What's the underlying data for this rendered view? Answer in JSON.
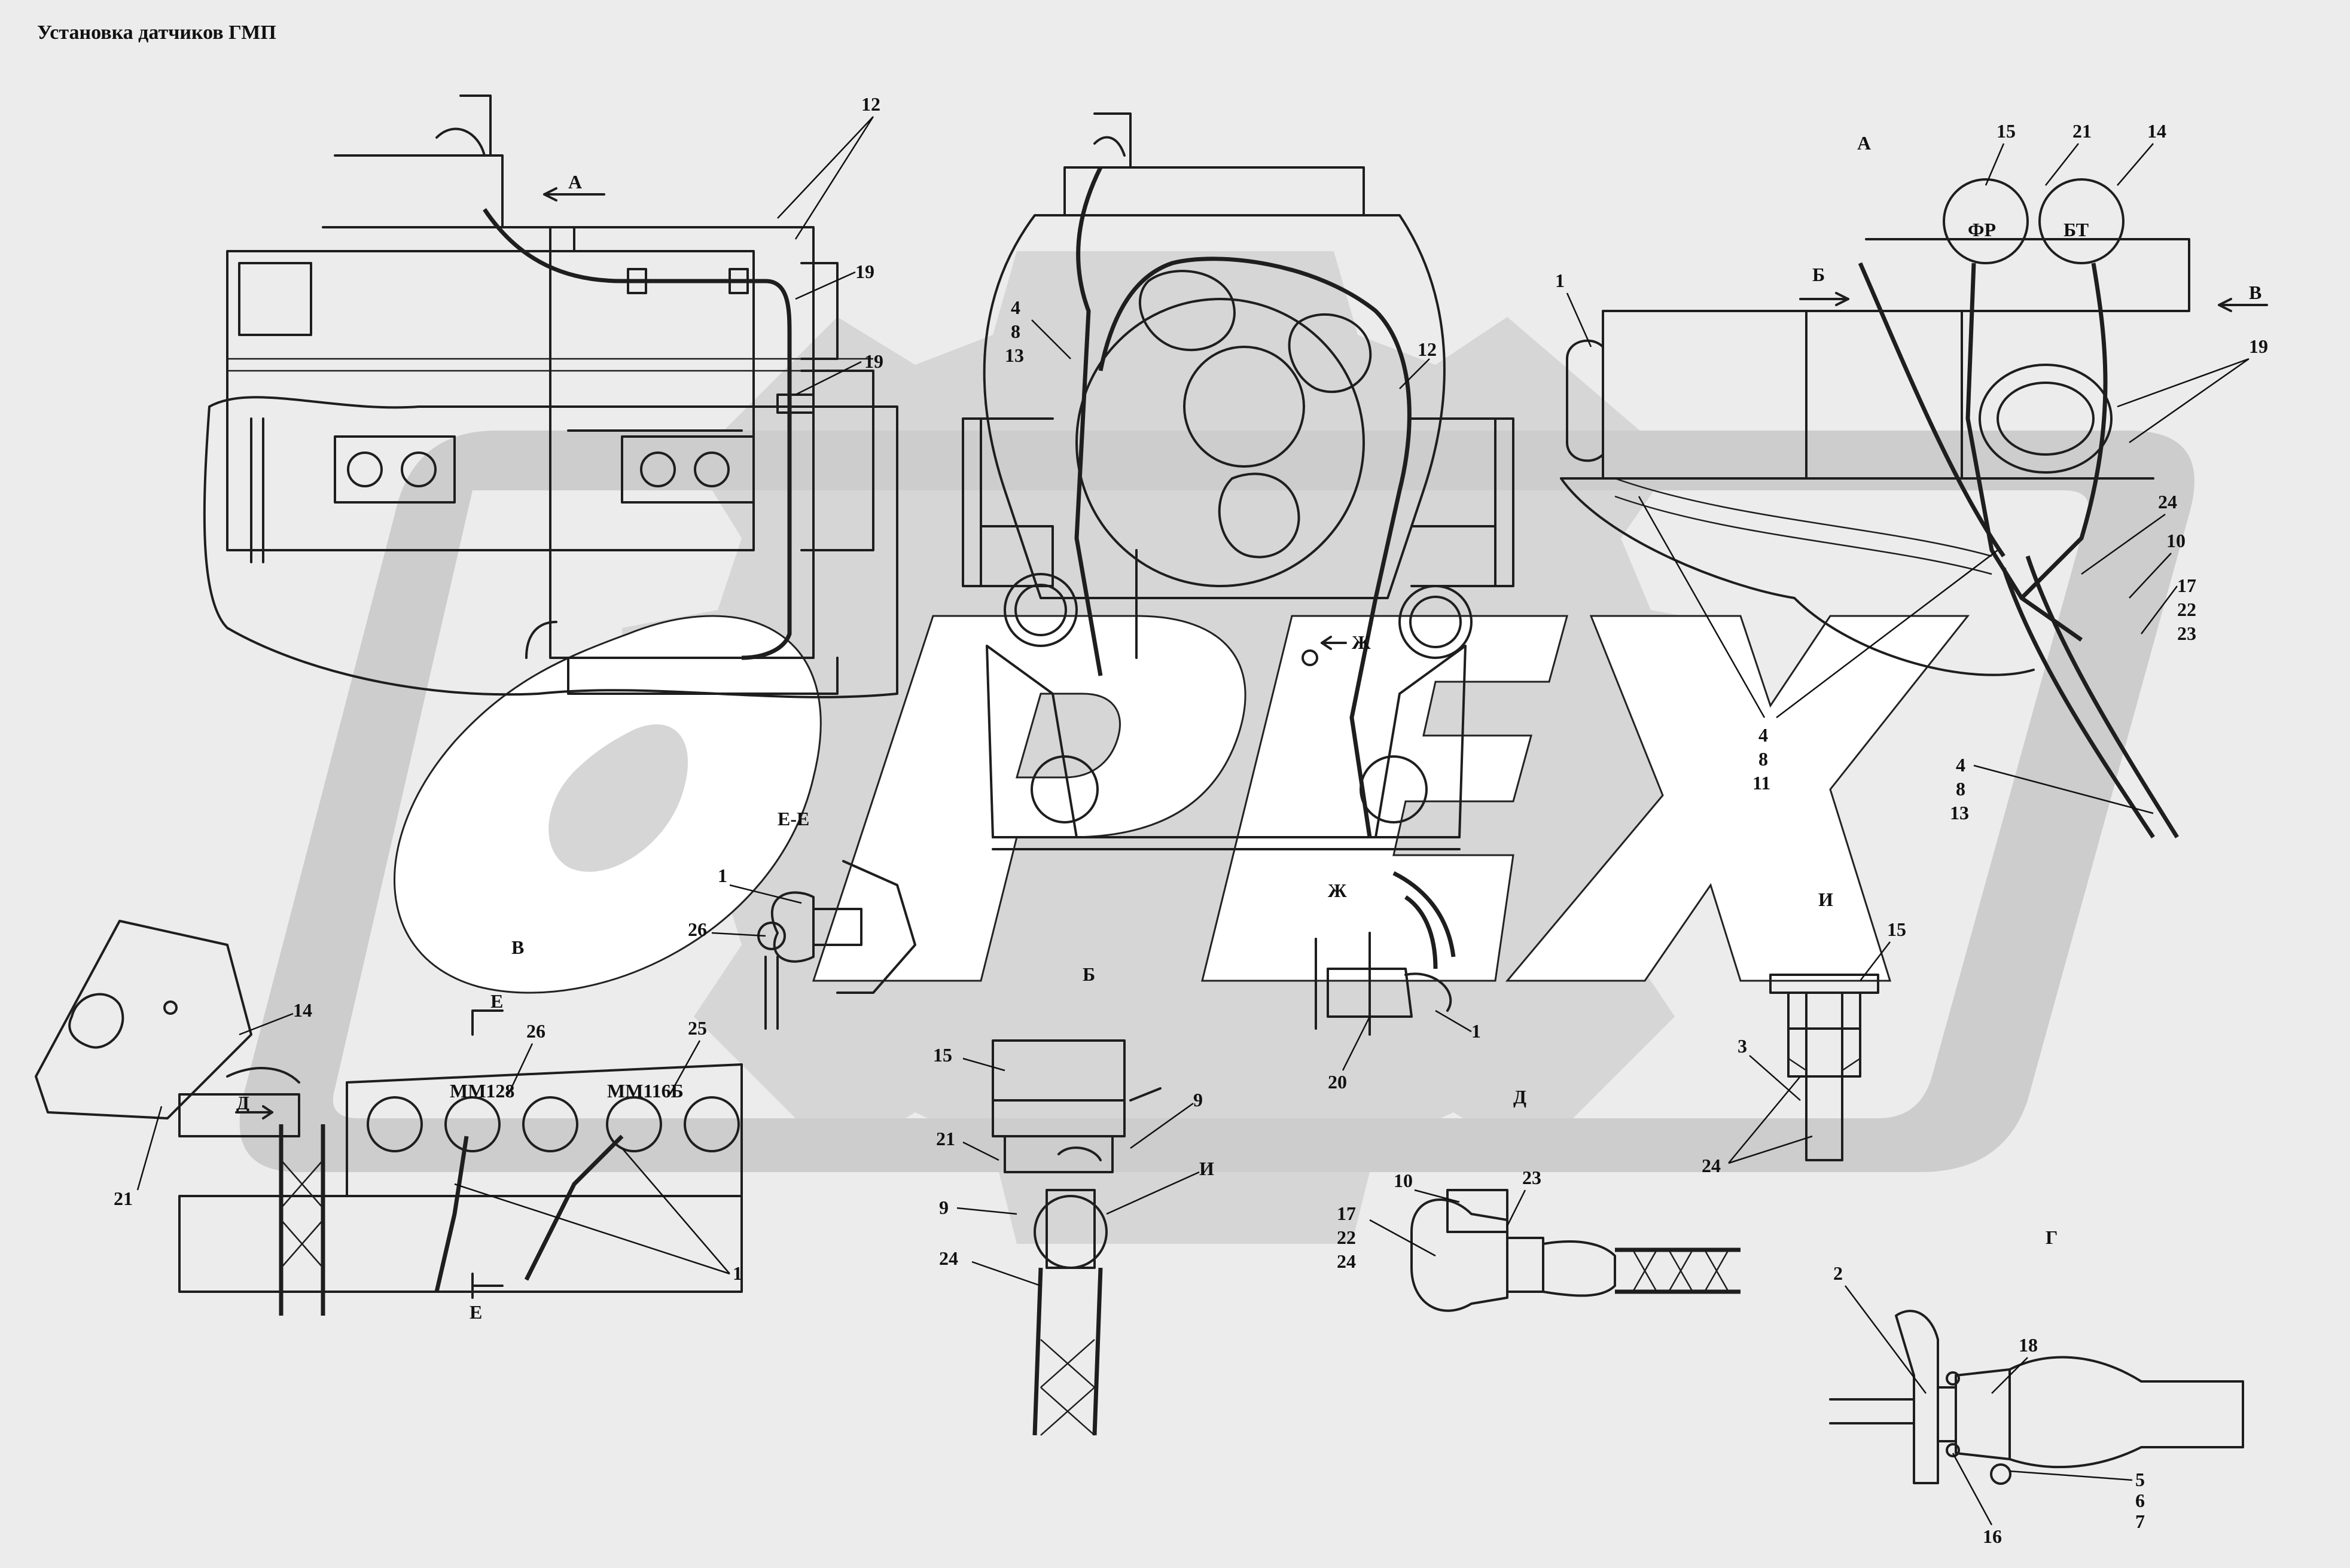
{
  "title": "Установка датчиков ГМП",
  "labels": {
    "n1": "1",
    "n2": "2",
    "n3": "3",
    "n4_8_13": [
      "4",
      "8",
      "13"
    ],
    "n4_8_11": [
      "4",
      "8",
      "11"
    ],
    "n5_6_7": [
      "5",
      "6",
      "7"
    ],
    "n9": "9",
    "n10": "10",
    "n12": "12",
    "n14": "14",
    "n15": "15",
    "n16": "16",
    "n17_22_23": [
      "17",
      "22",
      "23"
    ],
    "n17_22_24": [
      "17",
      "22",
      "24"
    ],
    "n18": "18",
    "n19": "19",
    "n20": "20",
    "n21": "21",
    "n23": "23",
    "n24": "24",
    "n25": "25",
    "n26": "26"
  },
  "views": {
    "A": "А",
    "B": "Б",
    "V": "В",
    "G": "Г",
    "D": "Д",
    "E": "Е",
    "EE": "Е-Е",
    "ZH": "Ж",
    "I": "И"
  },
  "markings": {
    "mm128": "ММ128",
    "mm116b": "ММ116Б",
    "fr": "ФР",
    "bt": "БТ"
  }
}
